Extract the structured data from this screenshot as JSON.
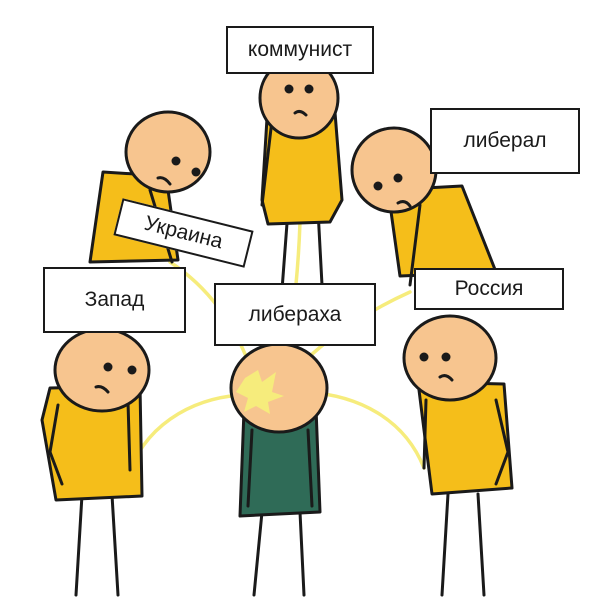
{
  "labels": {
    "kommunist": "коммунист",
    "liberal": "либерал",
    "ukraina": "Украина",
    "zapad": "Запад",
    "liberaha": "либераха",
    "rossiya": "Россия"
  },
  "colors": {
    "skin": "#f7c58f",
    "shirt_yellow": "#f5be1a",
    "shirt_green": "#2f6b57",
    "stream": "#f6ec7c",
    "outline": "#1a1a1a"
  }
}
